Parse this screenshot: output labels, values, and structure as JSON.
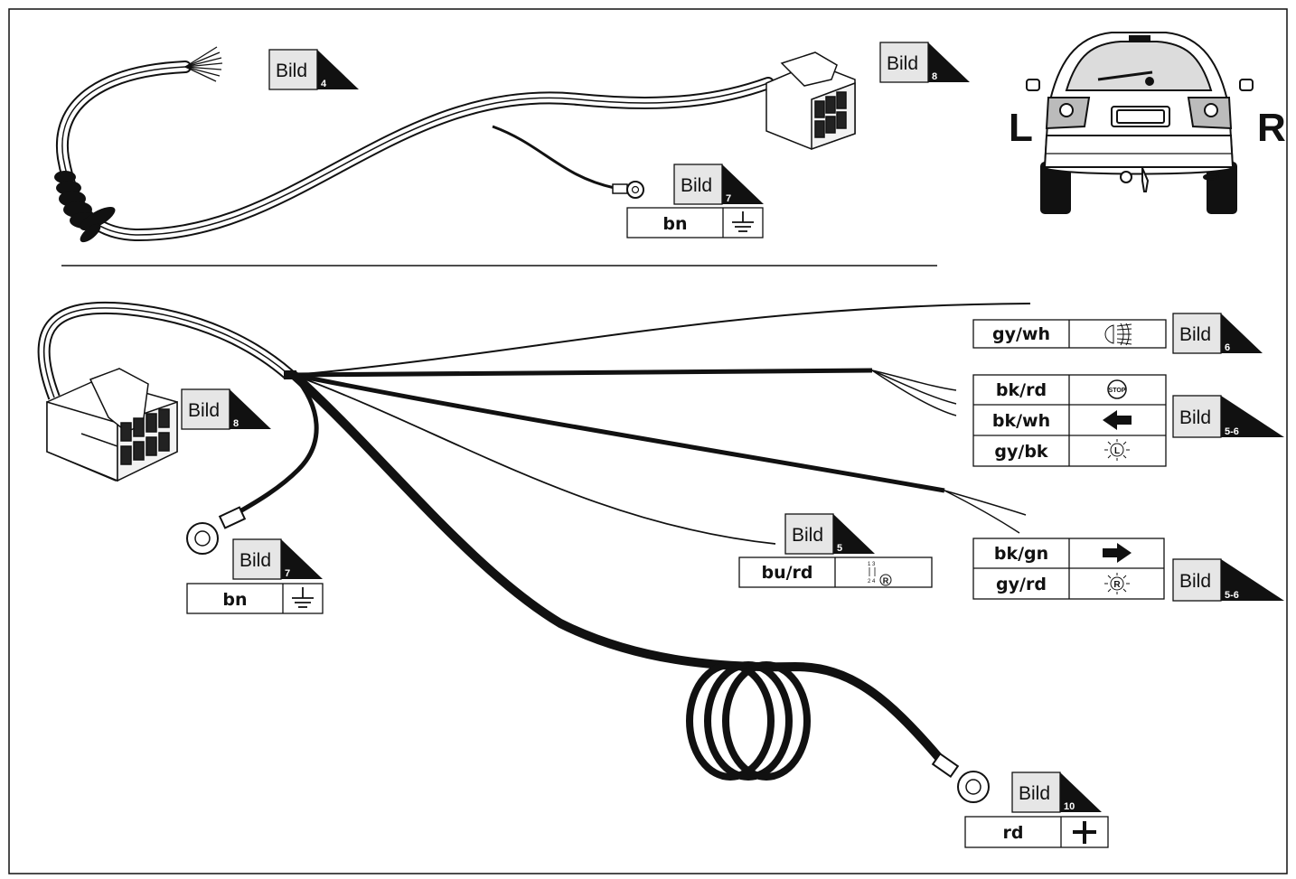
{
  "side_labels": {
    "left": "L",
    "right": "R"
  },
  "figure_word": "Bild",
  "bild_refs": [
    {
      "id": "b4",
      "num": "4"
    },
    {
      "id": "b8-top",
      "num": "8"
    },
    {
      "id": "b7-top",
      "num": "7"
    },
    {
      "id": "b8-bottom",
      "num": "8"
    },
    {
      "id": "b6",
      "num": "6"
    },
    {
      "id": "b56-a",
      "num": "5-6"
    },
    {
      "id": "b7-bottom",
      "num": "7"
    },
    {
      "id": "b5",
      "num": "5"
    },
    {
      "id": "b56-b",
      "num": "5-6"
    },
    {
      "id": "b10",
      "num": "10"
    }
  ],
  "wires": [
    {
      "id": "ground-top",
      "code": "bn",
      "icon": "ground-icon"
    },
    {
      "id": "fog",
      "code": "gy/wh",
      "icon": "fog-light-icon"
    },
    {
      "id": "stop",
      "code": "bk/rd",
      "icon": "stop-light-icon"
    },
    {
      "id": "left-turn",
      "code": "bk/wh",
      "icon": "left-arrow-icon"
    },
    {
      "id": "left-tail",
      "code": "gy/bk",
      "icon": "left-tail-light-icon"
    },
    {
      "id": "reverse",
      "code": "bu/rd",
      "icon": "reverse-gear-icon"
    },
    {
      "id": "right-turn",
      "code": "bk/gn",
      "icon": "right-arrow-icon"
    },
    {
      "id": "right-tail",
      "code": "gy/rd",
      "icon": "right-tail-light-icon"
    },
    {
      "id": "ground-bottom",
      "code": "bn",
      "icon": "ground-icon"
    },
    {
      "id": "power",
      "code": "rd",
      "icon": "plus-icon"
    }
  ],
  "gear_digits": {
    "top": "1 3",
    "bottom": "2 4"
  },
  "stop_text": "STOP",
  "tail_letters": {
    "left": "L",
    "right": "R"
  },
  "colors": {
    "ink": "#111111",
    "box_fill": "#e6e6e6"
  }
}
